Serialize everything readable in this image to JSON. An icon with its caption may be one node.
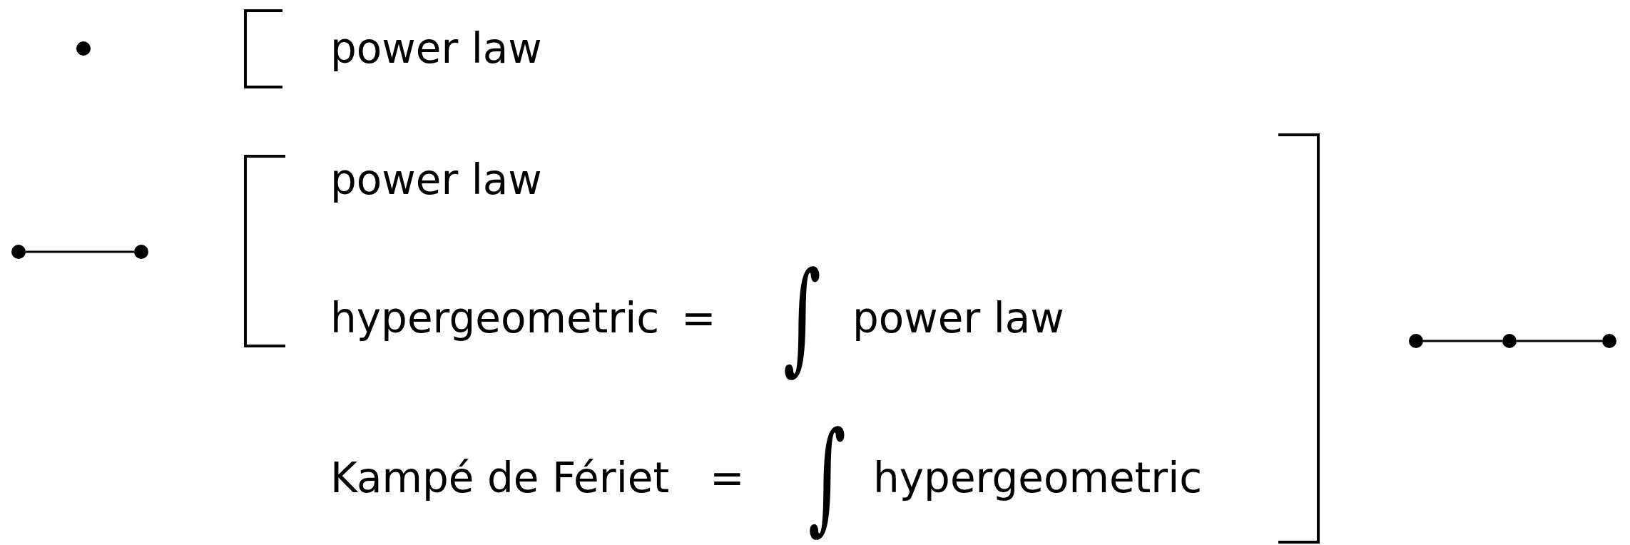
{
  "diagram": {
    "nodes": [
      {
        "text": [],
        "shape": "circle"
      },
      {
        "text": [],
        "shape": "circle"
      },
      {
        "text": [],
        "shape": "circle"
      },
      {
        "text": [],
        "shape": "circle"
      },
      {
        "text": [],
        "shape": "circle"
      },
      {
        "text": [],
        "shape": "circle"
      }
    ],
    "edges": [
      {
        "from": 1,
        "to": 2,
        "arrow": "none"
      },
      {
        "from": 3,
        "to": 4,
        "arrow": "none"
      },
      {
        "from": 4,
        "to": 5,
        "arrow": "none"
      }
    ],
    "labels": [
      "power law",
      "power law",
      "hypergeometric",
      "=",
      "∫",
      "power law",
      "Kampé de Fériet",
      "=",
      "∫",
      "hypergeometric"
    ]
  }
}
